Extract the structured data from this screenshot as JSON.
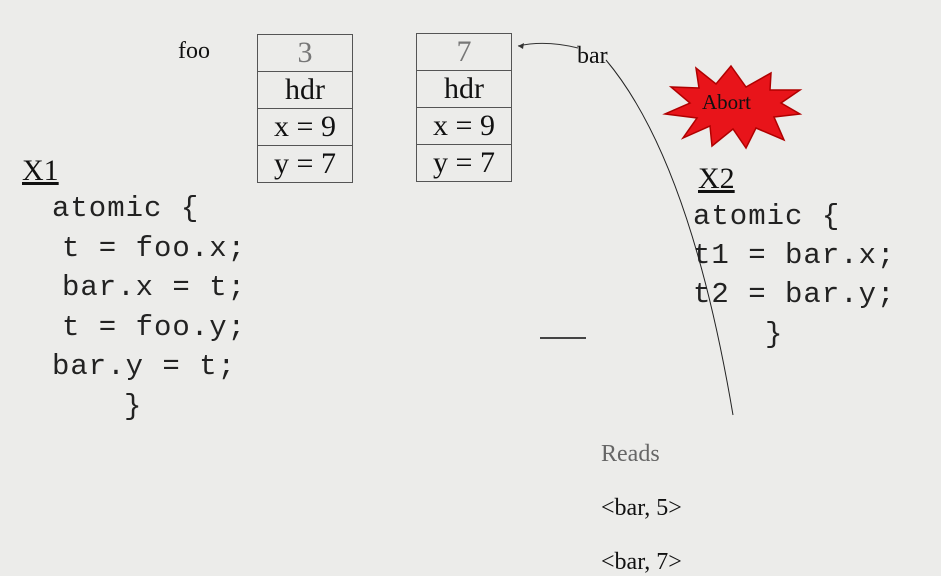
{
  "labels": {
    "foo": "foo",
    "bar": "bar",
    "x1": "X1",
    "x2": "X2",
    "abort": "Abort"
  },
  "foo_object": {
    "cells": [
      "3",
      "hdr",
      "x = 9",
      "y = 7"
    ]
  },
  "bar_object": {
    "cells": [
      "7",
      "hdr",
      "x = 9",
      "y = 7"
    ]
  },
  "x1_code": [
    "atomic {",
    "t = foo.x;",
    "bar.x = t;",
    "t = foo.y;",
    "bar.y = t;",
    "}"
  ],
  "x2_code": [
    "atomic {",
    "t1 = bar.x;",
    "t2 = bar.y;",
    "}"
  ],
  "reads": {
    "label": "Reads",
    "entries": [
      "<bar, 5>",
      "<bar, 7>"
    ]
  },
  "colors": {
    "background": "#ececea",
    "abort_fill": "#e8141a",
    "abort_stroke": "#b00000"
  }
}
